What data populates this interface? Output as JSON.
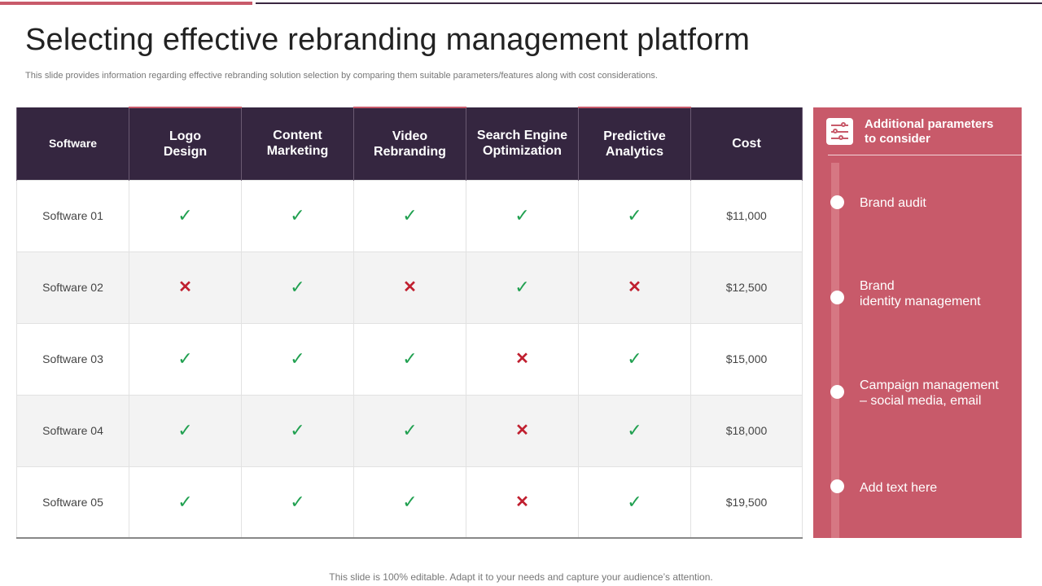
{
  "slide": {
    "title": "Selecting effective rebranding management platform",
    "subtitle": "This slide provides information regarding effective rebranding solution selection by comparing them suitable parameters/features along with cost considerations.",
    "footer": "This slide is 100% editable. Adapt it to your needs and capture your audience’s attention."
  },
  "colors": {
    "header_bg": "#352640",
    "accent": "#c85a6a",
    "check": "#20a050",
    "cross": "#c01f2f"
  },
  "table": {
    "headers": {
      "software": "Software",
      "logo_1": "Logo",
      "logo_2": "Design",
      "content_1": "Content",
      "content_2": "Marketing",
      "video_1": "Video",
      "video_2": "Rebranding",
      "seo_1": "Search Engine",
      "seo_2": "Optimization",
      "pred_1": "Predictive",
      "pred_2": "Analytics",
      "cost": "Cost"
    },
    "marks": {
      "yes": "✓",
      "no": "✕"
    },
    "rows": [
      {
        "name": "Software 01",
        "cost": "$11,000"
      },
      {
        "name": "Software 02",
        "cost": "$12,500"
      },
      {
        "name": "Software 03",
        "cost": "$15,000"
      },
      {
        "name": "Software 04",
        "cost": "$18,000"
      },
      {
        "name": "Software 05",
        "cost": "$19,500"
      }
    ]
  },
  "panel": {
    "heading_1": "Additional parameters",
    "heading_2": "to consider",
    "icon": "sliders-icon",
    "items": [
      {
        "line_1": "Brand audit"
      },
      {
        "line_1": "Brand",
        "line_2": "identity management"
      },
      {
        "line_1": "Campaign management",
        "line_2": "– social media, email"
      },
      {
        "line_1": "Add text here"
      }
    ]
  }
}
